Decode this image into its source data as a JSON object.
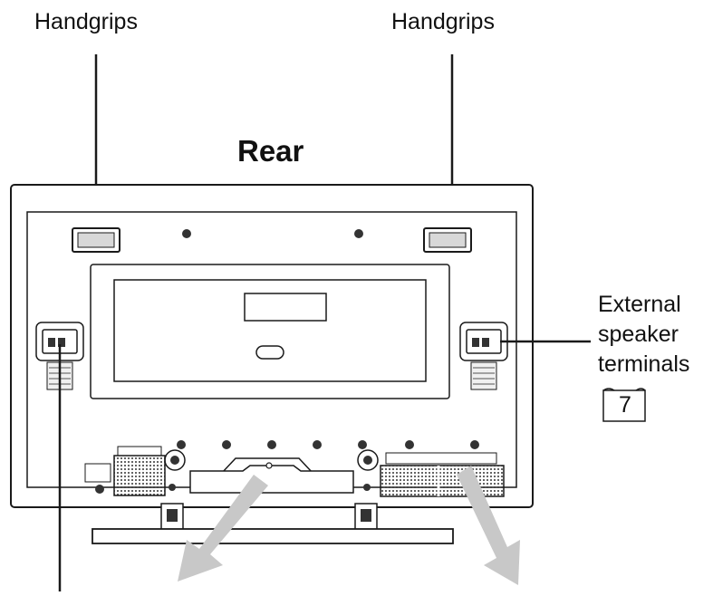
{
  "labels": {
    "handgrips_left": "Handgrips",
    "handgrips_right": "Handgrips",
    "view": "Rear",
    "external_speaker": [
      "External",
      "speaker",
      "terminals"
    ],
    "page_reference": "7"
  },
  "colors": {
    "line": "#1a1a1a",
    "panel": "#ffffff",
    "vent": "#444444",
    "arrow": "#c8c8c8"
  }
}
